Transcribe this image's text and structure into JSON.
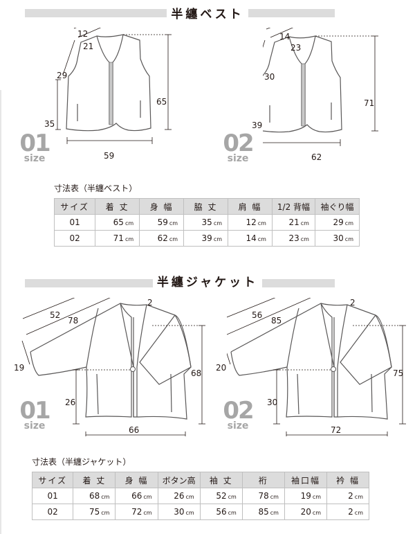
{
  "vest": {
    "title": "半纏ベスト",
    "figures": [
      {
        "size_num": "01",
        "size_label": "size",
        "dims": {
          "shoulder": "12",
          "half_back": "21",
          "armhole": "29",
          "side": "35",
          "length": "65",
          "width": "59"
        }
      },
      {
        "size_num": "02",
        "size_label": "size",
        "dims": {
          "shoulder": "14",
          "half_back": "23",
          "armhole": "30",
          "side": "39",
          "length": "71",
          "width": "62"
        }
      }
    ],
    "table": {
      "caption": "寸法表（半纏ベスト）",
      "headers": [
        "サイズ",
        "着 丈",
        "身 幅",
        "脇 丈",
        "肩 幅",
        "1/2 背幅",
        "袖ぐり幅"
      ],
      "unit": "cm",
      "rows": [
        {
          "size": "01",
          "values": [
            "65",
            "59",
            "35",
            "12",
            "21",
            "29"
          ]
        },
        {
          "size": "02",
          "values": [
            "71",
            "62",
            "39",
            "14",
            "23",
            "30"
          ]
        }
      ]
    }
  },
  "jacket": {
    "title": "半纏ジャケット",
    "figures": [
      {
        "size_num": "01",
        "size_label": "size",
        "dims": {
          "sleeve": "52",
          "yuki": "78",
          "collar": "2",
          "cuff": "19",
          "button": "26",
          "length": "68",
          "width": "66"
        }
      },
      {
        "size_num": "02",
        "size_label": "size",
        "dims": {
          "sleeve": "56",
          "yuki": "85",
          "collar": "2",
          "cuff": "20",
          "button": "30",
          "length": "75",
          "width": "72"
        }
      }
    ],
    "table": {
      "caption": "寸法表（半纏ジャケット）",
      "headers": [
        "サイズ",
        "着 丈",
        "身 幅",
        "ボタン高",
        "袖 丈",
        "裄",
        "袖口幅",
        "衿 幅"
      ],
      "unit": "cm",
      "rows": [
        {
          "size": "01",
          "values": [
            "68",
            "66",
            "26",
            "52",
            "78",
            "19",
            "2"
          ]
        },
        {
          "size": "02",
          "values": [
            "75",
            "72",
            "30",
            "56",
            "85",
            "20",
            "2"
          ]
        }
      ]
    }
  },
  "colors": {
    "bar": "#dcdcdc",
    "badge": "#a6a6a6",
    "text": "#231815",
    "line": "#595757"
  }
}
